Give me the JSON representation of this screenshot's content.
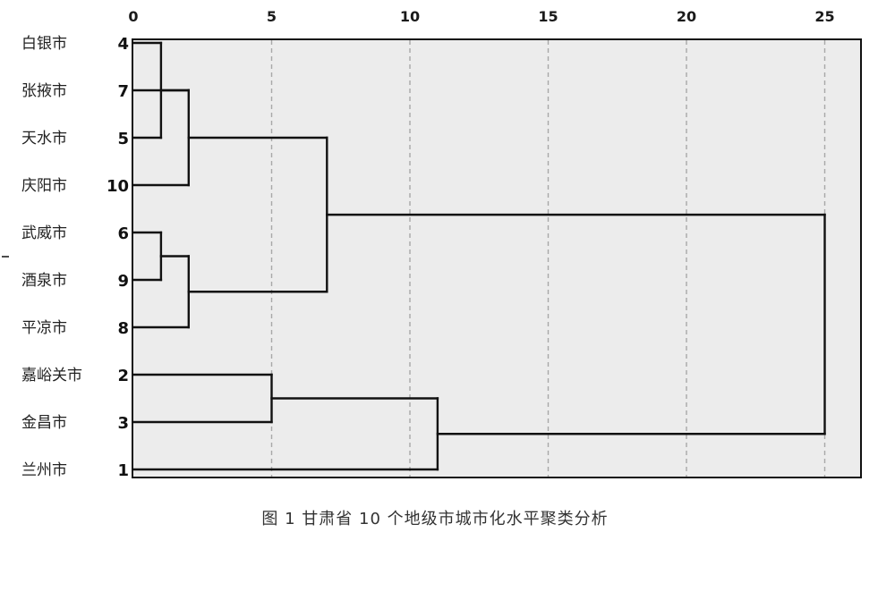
{
  "caption": "图 1   甘肃省 10 个地级市城市化水平聚类分析",
  "chart_data": {
    "type": "dendrogram",
    "x_ticks": [
      0,
      5,
      10,
      15,
      20,
      25
    ],
    "xlim": [
      0,
      26.3
    ],
    "grid": "vertical dashed at ticks",
    "leaves": [
      {
        "city": "白银市",
        "number": "4"
      },
      {
        "city": "张掖市",
        "number": "7"
      },
      {
        "city": "天水市",
        "number": "5"
      },
      {
        "city": "庆阳市",
        "number": "10"
      },
      {
        "city": "武威市",
        "number": "6"
      },
      {
        "city": "酒泉市",
        "number": "9"
      },
      {
        "city": "平凉市",
        "number": "8"
      },
      {
        "city": "嘉峪关市",
        "number": "2"
      },
      {
        "city": "金昌市",
        "number": "3"
      },
      {
        "city": "兰州市",
        "number": "1"
      }
    ],
    "merges": [
      {
        "a": 0,
        "b": 2,
        "height": 1
      },
      {
        "a": 1,
        "b": "m0",
        "height": 2
      },
      {
        "a": "m1",
        "b": 3,
        "height": 2
      },
      {
        "a": 4,
        "b": 5,
        "height": 1
      },
      {
        "a": "m3",
        "b": 6,
        "height": 2
      },
      {
        "a": "m2",
        "b": "m4",
        "height": 7
      },
      {
        "a": 7,
        "b": 8,
        "height": 5
      },
      {
        "a": "m6",
        "b": 9,
        "height": 11
      },
      {
        "a": "m5",
        "b": "m7",
        "height": 25
      }
    ]
  }
}
